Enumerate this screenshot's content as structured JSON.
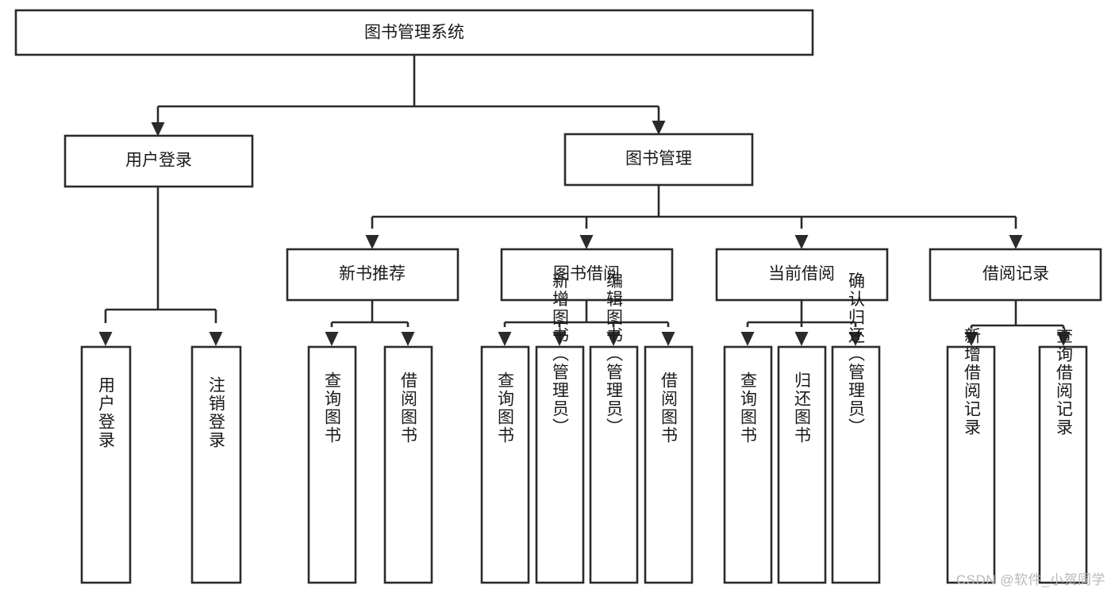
{
  "diagram": {
    "type": "tree-hierarchy-chart",
    "title": "图书管理系统",
    "root": {
      "id": "root",
      "label": "图书管理系统"
    },
    "level1": [
      {
        "id": "user-login",
        "label": "用户登录"
      },
      {
        "id": "book-management",
        "label": "图书管理"
      }
    ],
    "level2": [
      {
        "id": "new-book-recommend",
        "label": "新书推荐",
        "parent": "book-management"
      },
      {
        "id": "book-borrow",
        "label": "图书借阅",
        "parent": "book-management"
      },
      {
        "id": "current-borrow",
        "label": "当前借阅",
        "parent": "book-management"
      },
      {
        "id": "borrow-record",
        "label": "借阅记录",
        "parent": "book-management"
      }
    ],
    "leaves": {
      "user-login": [
        {
          "id": "leaf-user-login",
          "label": "用户登录"
        },
        {
          "id": "leaf-logout-login",
          "label": "注销登录"
        }
      ],
      "new-book-recommend": [
        {
          "id": "leaf-query-book-1",
          "label": "查询图书"
        },
        {
          "id": "leaf-borrow-book-1",
          "label": "借阅图书"
        }
      ],
      "book-borrow": [
        {
          "id": "leaf-query-book-2",
          "label": "查询图书"
        },
        {
          "id": "leaf-add-book-admin",
          "label": "新增图书（管理员）"
        },
        {
          "id": "leaf-edit-book-admin",
          "label": "编辑图书（管理员）"
        },
        {
          "id": "leaf-borrow-book-2",
          "label": "借阅图书"
        }
      ],
      "current-borrow": [
        {
          "id": "leaf-query-book-3",
          "label": "查询图书"
        },
        {
          "id": "leaf-return-book",
          "label": "归还图书"
        },
        {
          "id": "leaf-confirm-return-admin",
          "label": "确认归还（管理员）"
        }
      ],
      "borrow-record": [
        {
          "id": "leaf-add-borrow-record",
          "label": "新增借阅记录"
        },
        {
          "id": "leaf-query-borrow-record",
          "label": "查询借阅记录"
        }
      ]
    }
  },
  "watermark": {
    "text": "CSDN @软件_小贺同学"
  },
  "colors": {
    "stroke": "#2b2b2b",
    "fill": "#ffffff",
    "text": "#1a1a1a",
    "watermark": "#b9b9b9"
  }
}
